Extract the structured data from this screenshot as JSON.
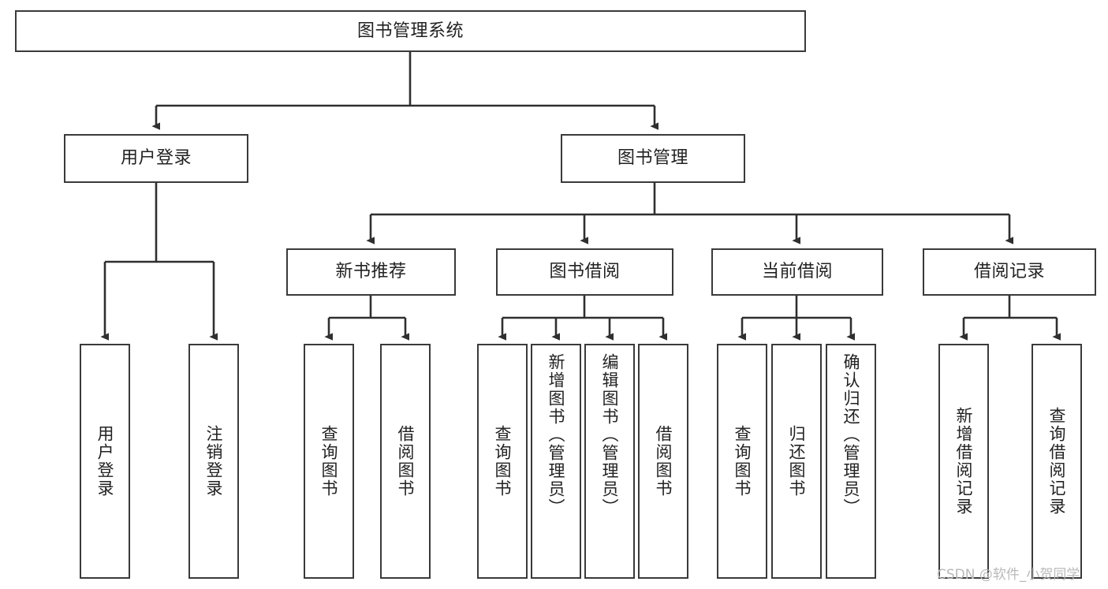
{
  "diagram": {
    "title": "图书管理系统",
    "type": "tree",
    "root": {
      "label": "图书管理系统"
    },
    "level2": [
      {
        "label": "用户登录"
      },
      {
        "label": "图书管理"
      }
    ],
    "level3": [
      {
        "label": "新书推荐",
        "parent": "图书管理"
      },
      {
        "label": "图书借阅",
        "parent": "图书管理"
      },
      {
        "label": "当前借阅",
        "parent": "图书管理"
      },
      {
        "label": "借阅记录",
        "parent": "图书管理"
      }
    ],
    "leaves": [
      {
        "label": "用户登录",
        "parent": "用户登录"
      },
      {
        "label": "注销登录",
        "parent": "用户登录"
      },
      {
        "label": "查询图书",
        "parent": "新书推荐"
      },
      {
        "label": "借阅图书",
        "parent": "新书推荐"
      },
      {
        "label": "查询图书",
        "parent": "图书借阅"
      },
      {
        "label": "新增图书（管理员）",
        "parent": "图书借阅"
      },
      {
        "label": "编辑图书（管理员）",
        "parent": "图书借阅"
      },
      {
        "label": "借阅图书",
        "parent": "图书借阅"
      },
      {
        "label": "查询图书",
        "parent": "当前借阅"
      },
      {
        "label": "归还图书",
        "parent": "当前借阅"
      },
      {
        "label": "确认归还（管理员）",
        "parent": "当前借阅"
      },
      {
        "label": "新增借阅记录",
        "parent": "借阅记录"
      },
      {
        "label": "查询借阅记录",
        "parent": "借阅记录"
      }
    ],
    "watermark": "CSDN @软件_小贺同学",
    "colors": {
      "stroke": "#3a3a3a",
      "text": "#222222",
      "background": "#ffffff",
      "watermark": "#b9b9b9"
    }
  }
}
